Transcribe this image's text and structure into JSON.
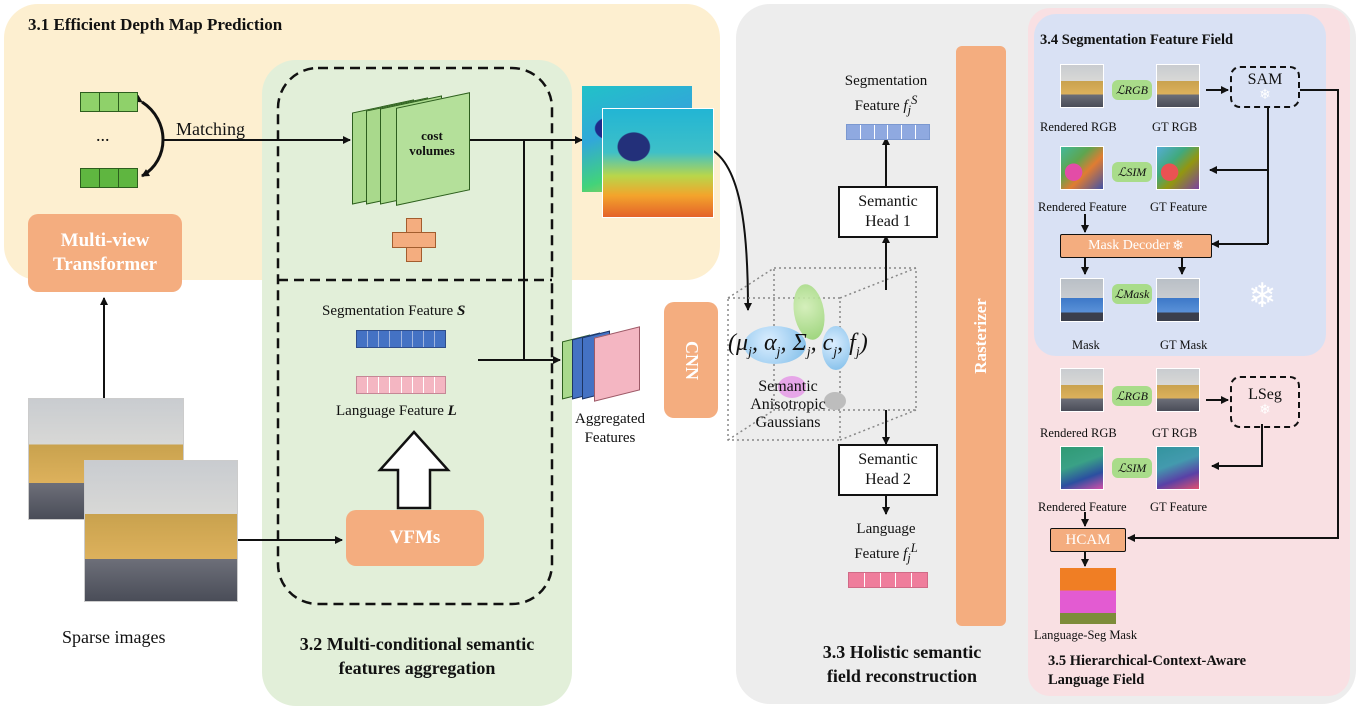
{
  "sections": {
    "s31": "3.1 Efficient Depth Map Prediction",
    "s32_line1": "3.2 Multi-conditional semantic",
    "s32_line2": "features aggregation",
    "s33_line1": "3.3 Holistic semantic",
    "s33_line2": "field reconstruction",
    "s34": "3.4 Segmentation Feature Field",
    "s35_line1": "3.5 Hierarchical-Context-Aware",
    "s35_line2": "Language Field"
  },
  "left": {
    "ellipsis": "...",
    "matching": "Matching",
    "transformer_line1": "Multi-view",
    "transformer_line2": "Transformer",
    "sparse_images": "Sparse images"
  },
  "middle": {
    "cost_line1": "cost",
    "cost_line2": "volumes",
    "plus": "+",
    "seg_feature": "Segmentation Feature S",
    "lang_feature": "Language Feature L",
    "vfms": "VFMs",
    "aggregated_line1": "Aggregated",
    "aggregated_line2": "Features",
    "cnn": "CNN"
  },
  "holistic": {
    "seg_feat_line1": "Segmentation",
    "seg_feat_line2": "Feature f_j^S",
    "head1_line1": "Semantic",
    "head1_line2": "Head 1",
    "head2_line1": "Semantic",
    "head2_line2": "Head 2",
    "lang_feat_line1": "Language",
    "lang_feat_line2": "Feature f_j^L",
    "gauss_params": "(μj, αj, Σj, cj, fj)",
    "gauss_line1": "Semantic",
    "gauss_line2": "Anisotropic",
    "gauss_line3": "Gaussians",
    "rasterizer": "Rasterizer"
  },
  "segfield": {
    "rendered_rgb": "Rendered RGB",
    "gt_rgb": "GT RGB",
    "rendered_feature": "Rendered Feature",
    "gt_feature": "GT Feature",
    "mask": "Mask",
    "gt_mask": "GT Mask",
    "sam": "SAM",
    "mask_decoder": "Mask Decoder",
    "l_rgb": "ℒRGB",
    "l_sim": "ℒSIM",
    "l_mask": "ℒMask"
  },
  "langfield": {
    "rendered_rgb": "Rendered RGB",
    "gt_rgb": "GT RGB",
    "rendered_feature": "Rendered Feature",
    "gt_feature": "GT Feature",
    "lseg": "LSeg",
    "hcam": "HCAM",
    "lang_seg_mask": "Language-Seg Mask",
    "l_rgb": "ℒRGB",
    "l_sim": "ℒSIM"
  },
  "colors": {
    "yellow_panel": "#fdefd0",
    "green_panel": "#e2efd9",
    "grey_panel": "#ededed",
    "pink_panel": "#f9e0e3",
    "blue_panel": "#d9e1f4",
    "orange": "#f4ad7f",
    "seg_blue": "#4472c4",
    "lang_pink": "#f4b6c2",
    "token_green": "#70ad47"
  }
}
